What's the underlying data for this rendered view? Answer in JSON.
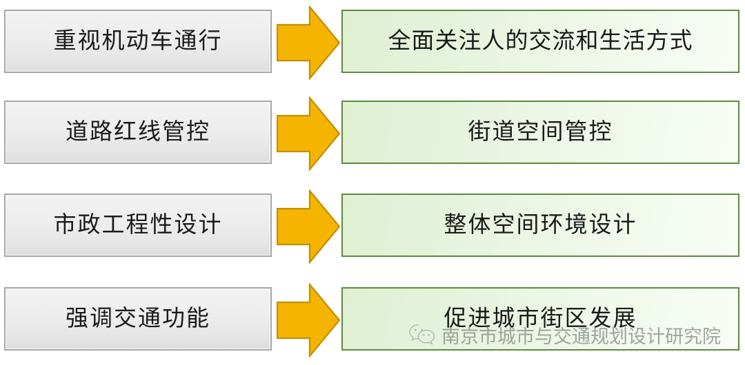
{
  "diagram": {
    "type": "before-after-transition",
    "arrow_icon": "right-arrow-icon",
    "colors": {
      "before_fill": "#ededed",
      "before_border": "#a6a6a6",
      "after_fill": "#e8f4e0",
      "after_border": "#5c8a3c",
      "arrow_fill": "#f5b400",
      "arrow_border": "#bf8f00",
      "text": "#1a1a1a",
      "background": "#ffffff"
    },
    "rows": [
      {
        "before": "重视机动车通行",
        "after": "全面关注人的交流和生活方式"
      },
      {
        "before": "道路红线管控",
        "after": "街道空间管控"
      },
      {
        "before": "市政工程性设计",
        "after": "整体空间环境设计"
      },
      {
        "before": "强调交通功能",
        "after": "促进城市街区发展"
      }
    ]
  },
  "watermark": {
    "logo_icon": "wechat-icon",
    "text": "南京市城市与交通规划设计研究院"
  }
}
